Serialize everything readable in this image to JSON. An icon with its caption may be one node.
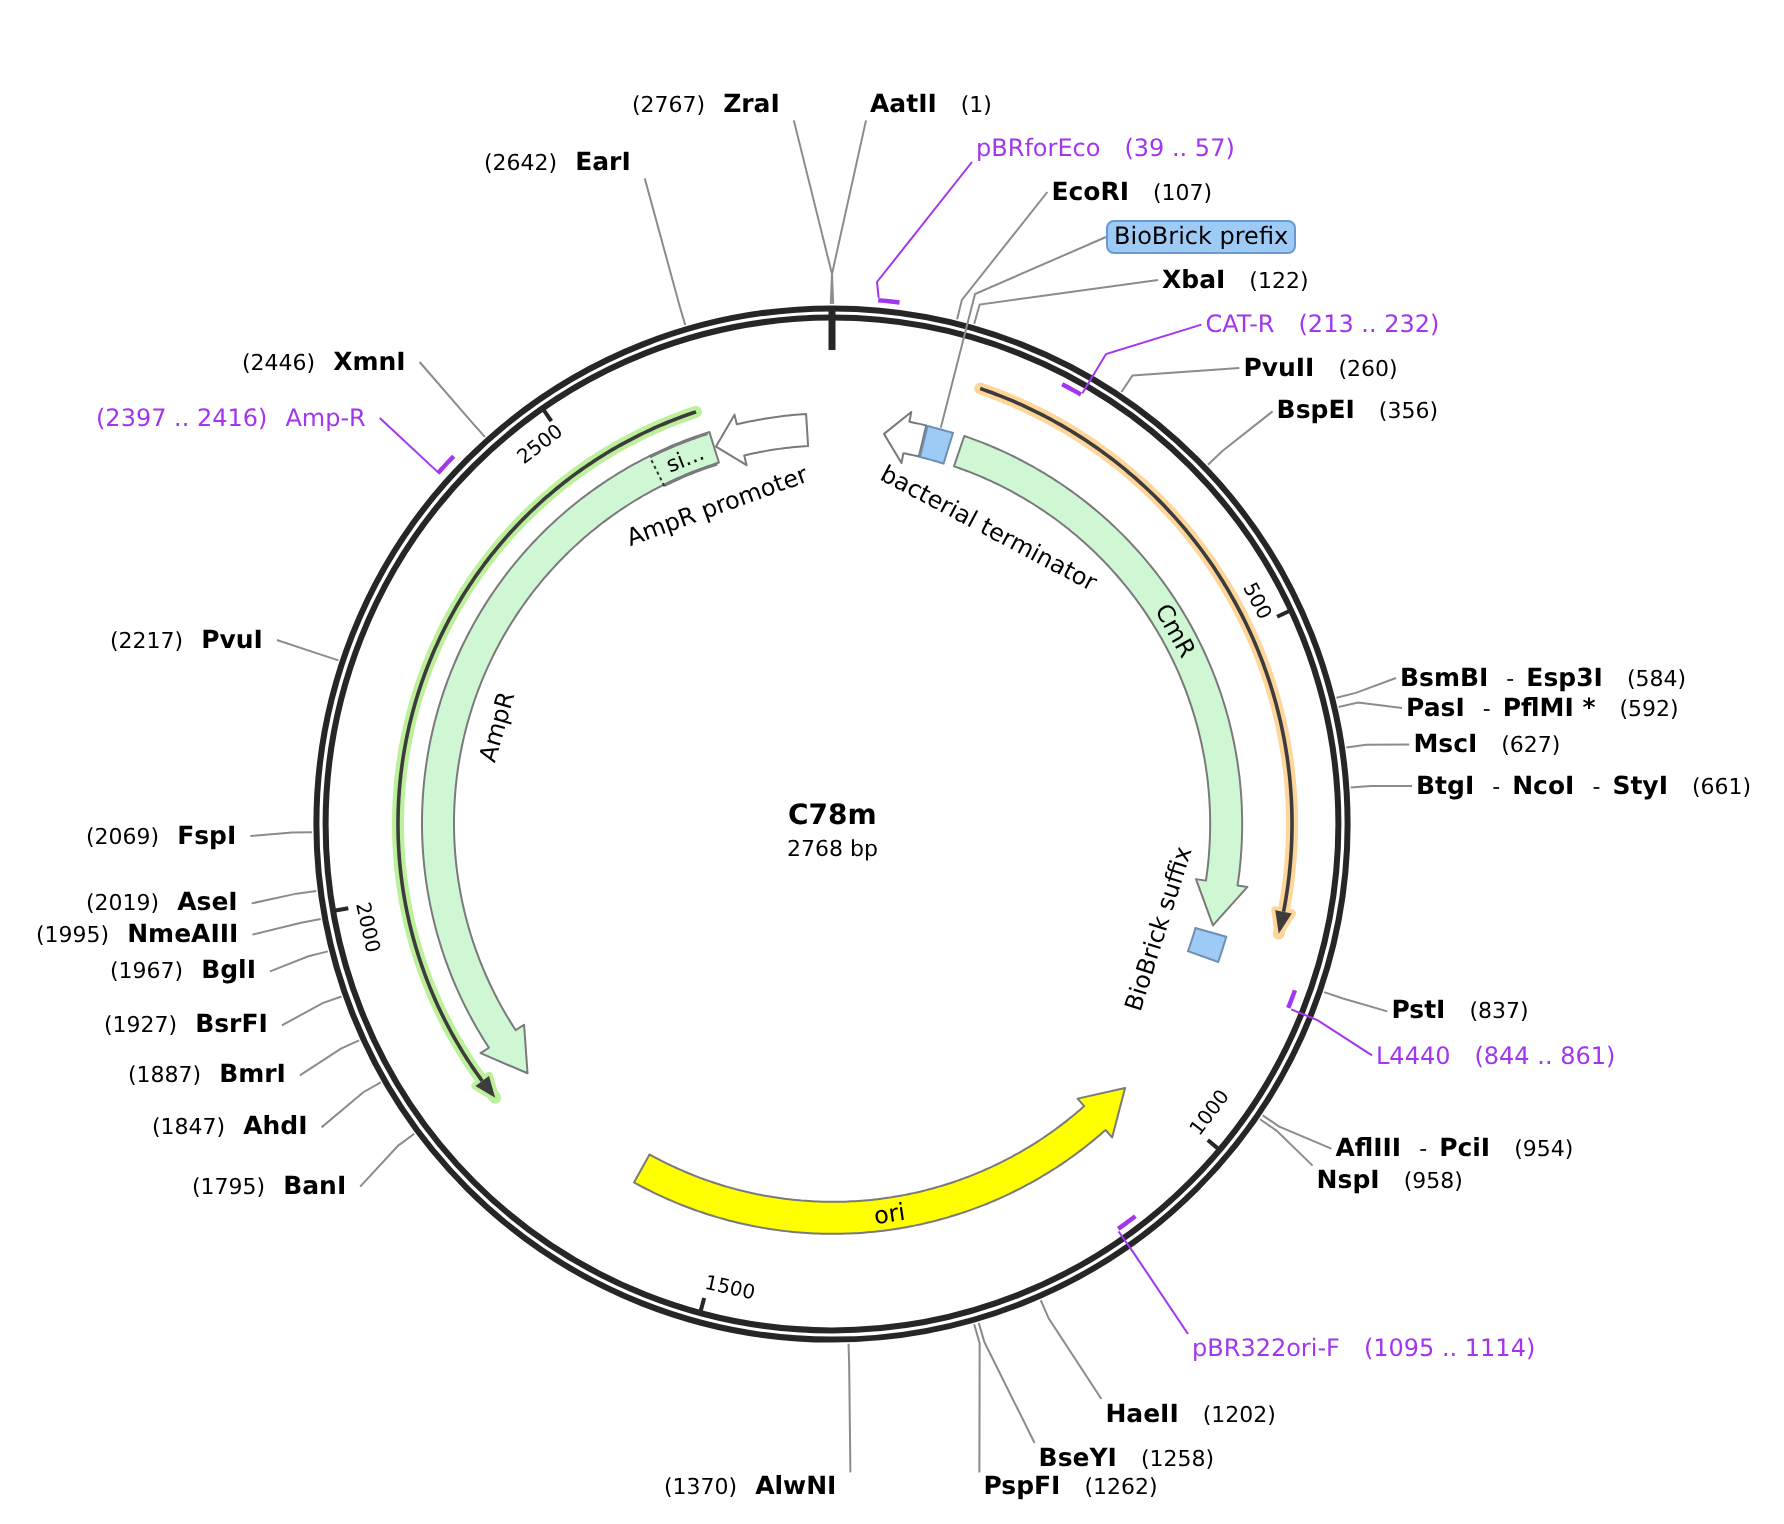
{
  "diagram": {
    "title": "C78m",
    "nodes": [
      {
        "text": [
          "(2767)",
          "ZraI"
        ]
      },
      {
        "text": [
          "AatII",
          "(1)"
        ]
      },
      {
        "text": [
          "pBRforEco",
          "(39 .. 57)"
        ]
      },
      {
        "text": [
          "(2642)",
          "EarI"
        ]
      },
      {
        "text": [
          "EcoRI",
          "(107)"
        ]
      },
      {
        "text": [
          "BioBrick prefix"
        ]
      },
      {
        "text": [
          "XbaI",
          "(122)"
        ]
      },
      {
        "text": [
          "CAT-R",
          "(213 .. 232)"
        ]
      },
      {
        "text": [
          "(2446)",
          "XmnI"
        ]
      },
      {
        "text": [
          "PvuII",
          "(260)"
        ]
      },
      {
        "text": [
          "BspEI",
          "(356)"
        ]
      },
      {
        "text": [
          "(2397 .. 2416)",
          "Amp-R"
        ]
      },
      {
        "text": [
          "(2217)",
          "PvuI"
        ]
      },
      {
        "text": [
          "BsmBI",
          "-",
          "Esp3I",
          "(584)"
        ]
      },
      {
        "text": [
          "PasI",
          "-",
          "PflMI *",
          "(592)"
        ]
      },
      {
        "text": [
          "MscI",
          "(627)"
        ]
      },
      {
        "text": [
          "BtgI",
          "-",
          "NcoI",
          "-",
          "StyI",
          "(661)"
        ]
      },
      {
        "text": [
          "(2069)",
          "FspI"
        ]
      },
      {
        "text": [
          "(2019)",
          "AseI"
        ]
      },
      {
        "text": [
          "(1995)",
          "NmeAIII"
        ]
      },
      {
        "text": [
          "(1967)",
          "BglI"
        ]
      },
      {
        "text": [
          "PstI",
          "(837)"
        ]
      },
      {
        "text": [
          "(1927)",
          "BsrFI"
        ]
      },
      {
        "text": [
          "L4440",
          "(844 .. 861)"
        ]
      },
      {
        "text": [
          "(1887)",
          "BmrI"
        ]
      },
      {
        "text": [
          "(1847)",
          "AhdI"
        ]
      },
      {
        "text": [
          "AflIII",
          "-",
          "PciI",
          "(954)"
        ]
      },
      {
        "text": [
          "NspI",
          "(958)"
        ]
      },
      {
        "text": [
          "(1795)",
          "BanI"
        ]
      },
      {
        "text": [
          "pBR322ori-F",
          "(1095 .. 1114)"
        ]
      },
      {
        "text": [
          "HaeII",
          "(1202)"
        ]
      },
      {
        "text": [
          "BseYI",
          "(1258)"
        ]
      },
      {
        "text": [
          "(1370)",
          "AlwNI"
        ]
      },
      {
        "text": [
          "PspFI",
          "(1262)"
        ]
      },
      {
        "text": [
          "AmpR promoter"
        ]
      },
      {
        "text": [
          "bacterial terminator"
        ]
      },
      {
        "text": [],
        "shape": "box"
      },
      {
        "text": [
          "CmR"
        ]
      },
      {
        "text": [
          "AmpR"
        ]
      },
      {
        "text": [
          "si..."
        ],
        "in": 38
      },
      {
        "text": [
          "BioBrick suffix"
        ]
      },
      {
        "text": [
          "ori"
        ]
      },
      {
        "text": [],
        "shape": "bar"
      },
      {
        "text": [],
        "shape": "bar"
      },
      {
        "text": [],
        "shape": "bar"
      },
      {
        "text": [],
        "shape": "bar"
      },
      {
        "text": [],
        "shape": "bar"
      }
    ],
    "edges": [
      {
        "from": 0,
        "to": null,
        "arrow": "none"
      },
      {
        "from": 1,
        "to": null,
        "arrow": "none"
      },
      {
        "from": 2,
        "to": 42,
        "arrow": "none",
        "color": "#a335ee"
      },
      {
        "from": 3,
        "to": null,
        "arrow": "none"
      },
      {
        "from": 4,
        "to": null,
        "arrow": "none"
      },
      {
        "from": 5,
        "to": 36,
        "arrow": "none"
      },
      {
        "from": 6,
        "to": null,
        "arrow": "none"
      },
      {
        "from": 7,
        "to": 43,
        "arrow": "none",
        "color": "#a335ee"
      },
      {
        "from": 8,
        "to": null,
        "arrow": "none"
      },
      {
        "from": 9,
        "to": null,
        "arrow": "none"
      },
      {
        "from": 10,
        "to": null,
        "arrow": "none"
      },
      {
        "from": 11,
        "to": 46,
        "arrow": "none",
        "color": "#a335ee"
      },
      {
        "from": 12,
        "to": null,
        "arrow": "none"
      },
      {
        "from": 13,
        "to": null,
        "arrow": "none"
      },
      {
        "from": 14,
        "to": null,
        "arrow": "none"
      },
      {
        "from": 15,
        "to": null,
        "arrow": "none"
      },
      {
        "from": 16,
        "to": null,
        "arrow": "none"
      },
      {
        "from": 17,
        "to": null,
        "arrow": "none"
      },
      {
        "from": 18,
        "to": null,
        "arrow": "none"
      },
      {
        "from": 19,
        "to": null,
        "arrow": "none"
      },
      {
        "from": 20,
        "to": null,
        "arrow": "none"
      },
      {
        "from": 21,
        "to": null,
        "arrow": "none"
      },
      {
        "from": 22,
        "to": null,
        "arrow": "none"
      },
      {
        "from": 23,
        "to": 44,
        "arrow": "none",
        "color": "#a335ee"
      },
      {
        "from": 24,
        "to": null,
        "arrow": "none"
      },
      {
        "from": 25,
        "to": null,
        "arrow": "none"
      },
      {
        "from": 26,
        "to": null,
        "arrow": "none"
      },
      {
        "from": 27,
        "to": null,
        "arrow": "none"
      },
      {
        "from": 28,
        "to": null,
        "arrow": "none"
      },
      {
        "from": 29,
        "to": 45,
        "arrow": "none",
        "color": "#a335ee"
      },
      {
        "from": 30,
        "to": null,
        "arrow": "none"
      },
      {
        "from": 31,
        "to": null,
        "arrow": "none"
      },
      {
        "from": 32,
        "to": null,
        "arrow": "none"
      },
      {
        "from": 33,
        "to": null,
        "arrow": "none"
      }
    ],
    "labels": [
      "2768 bp",
      "500",
      "1000",
      "1500",
      "2000",
      "2500"
    ]
  }
}
